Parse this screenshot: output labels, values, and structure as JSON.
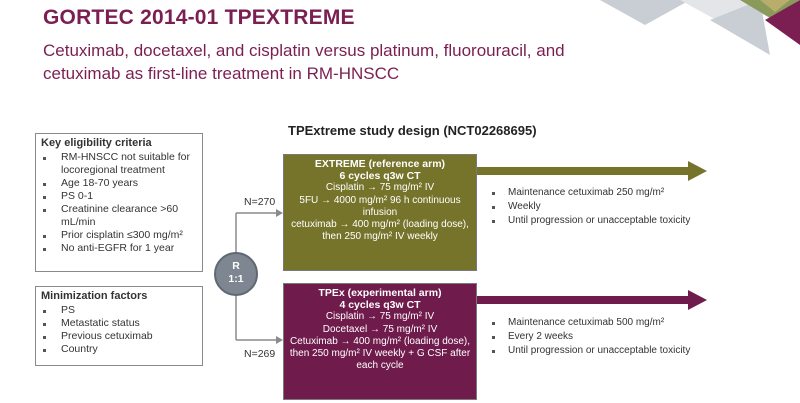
{
  "header": {
    "title": "GORTEC 2014-01 TPEXTREME",
    "subtitle": "Cetuximab, docetaxel, and cisplatin versus platinum, fluorouracil, and cetuximab as first-line treatment in RM-HNSCC"
  },
  "design_title": "TPExtreme study design (NCT02268695)",
  "eligibility": {
    "title": "Key eligibility criteria",
    "items": [
      "RM-HNSCC not suitable for locoregional treatment",
      "Age 18-70 years",
      "PS 0-1",
      "Creatinine clearance >60 mL/min",
      "Prior cisplatin ≤300 mg/m²",
      "No anti-EGFR for 1 year"
    ]
  },
  "minimization": {
    "title": "Minimization factors",
    "items": [
      "PS",
      "Metastatic status",
      "Previous cetuximab",
      "Country"
    ]
  },
  "randomization": {
    "line1": "R",
    "line2": "1:1"
  },
  "n_extreme": "N=270",
  "n_tpex": "N=269",
  "extreme_arm": {
    "title": "EXTREME (reference arm)",
    "cycles": "6 cycles q3w CT",
    "lines": [
      "Cisplatin → 75 mg/m² IV",
      "5FU → 4000 mg/m² 96 h continuous infusion",
      "cetuximab → 400 mg/m² (loading dose), then 250 mg/m² IV weekly"
    ],
    "maintenance": [
      "Maintenance cetuximab 250 mg/m²",
      "Weekly",
      "Until progression or unacceptable toxicity"
    ]
  },
  "tpex_arm": {
    "title": "TPEx (experimental arm)",
    "cycles": "4 cycles q3w CT",
    "lines": [
      "Cisplatin → 75 mg/m² IV",
      "Docetaxel → 75 mg/m² IV",
      "Cetuximab → 400 mg/m² (loading dose), then 250 mg/m² IV weekly + G CSF after each cycle"
    ],
    "maintenance": [
      "Maintenance cetuximab 500 mg/m²",
      "Every 2 weeks",
      "Until progression or unacceptable toxicity"
    ]
  },
  "colors": {
    "title": "#7b1f52",
    "extreme_fill": "#76742b",
    "tpex_fill": "#6f1b4b",
    "circle": "#7d8691",
    "connector": "#8a8a8a"
  }
}
